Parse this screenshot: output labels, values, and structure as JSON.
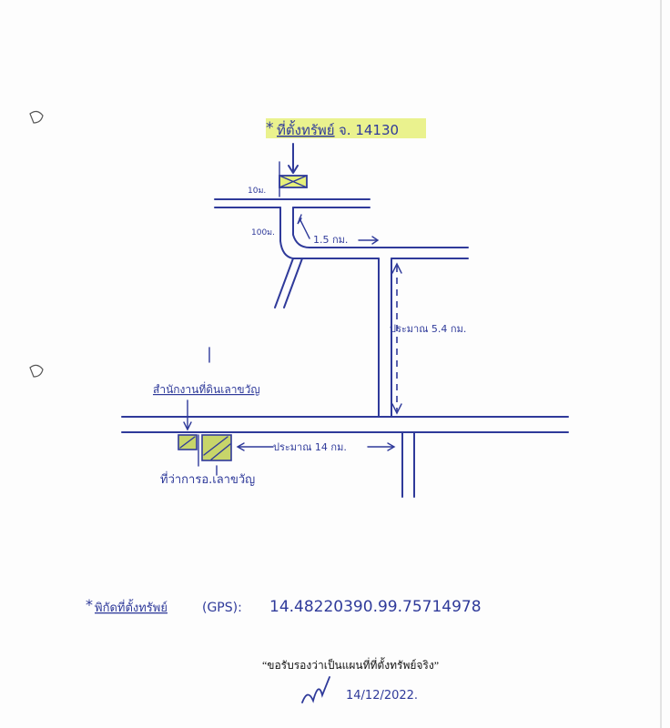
{
  "map": {
    "title_label": "ที่ตั้งทรัพย์",
    "title_zip": "จ. 14130",
    "dist_10m": "10ม.",
    "dist_100m": "100ม.",
    "dist_1_5km": "1.5 กม.",
    "dist_5_4km": "ประมาณ 5.4 กม.",
    "office_label": "สำนักงานที่ดินเลาขวัญ",
    "district_office_label": "ที่ว่าการอ.เลาขวัญ",
    "dist_14km": "ประมาณ 14 กม.",
    "gps_label": "พิกัดที่ตั้งทรัพย์",
    "gps_tag": "(GPS):",
    "gps_value": "14.48220390.99.75714978",
    "certify_text": "“ขอรับรองว่าเป็นแผนที่ที่ตั้งทรัพย์จริง”",
    "date": "14/12/2022."
  },
  "colors": {
    "ink": "#2f3a9a",
    "highlight": "#e6f07a",
    "hatch_fill": "#c7d56a"
  }
}
